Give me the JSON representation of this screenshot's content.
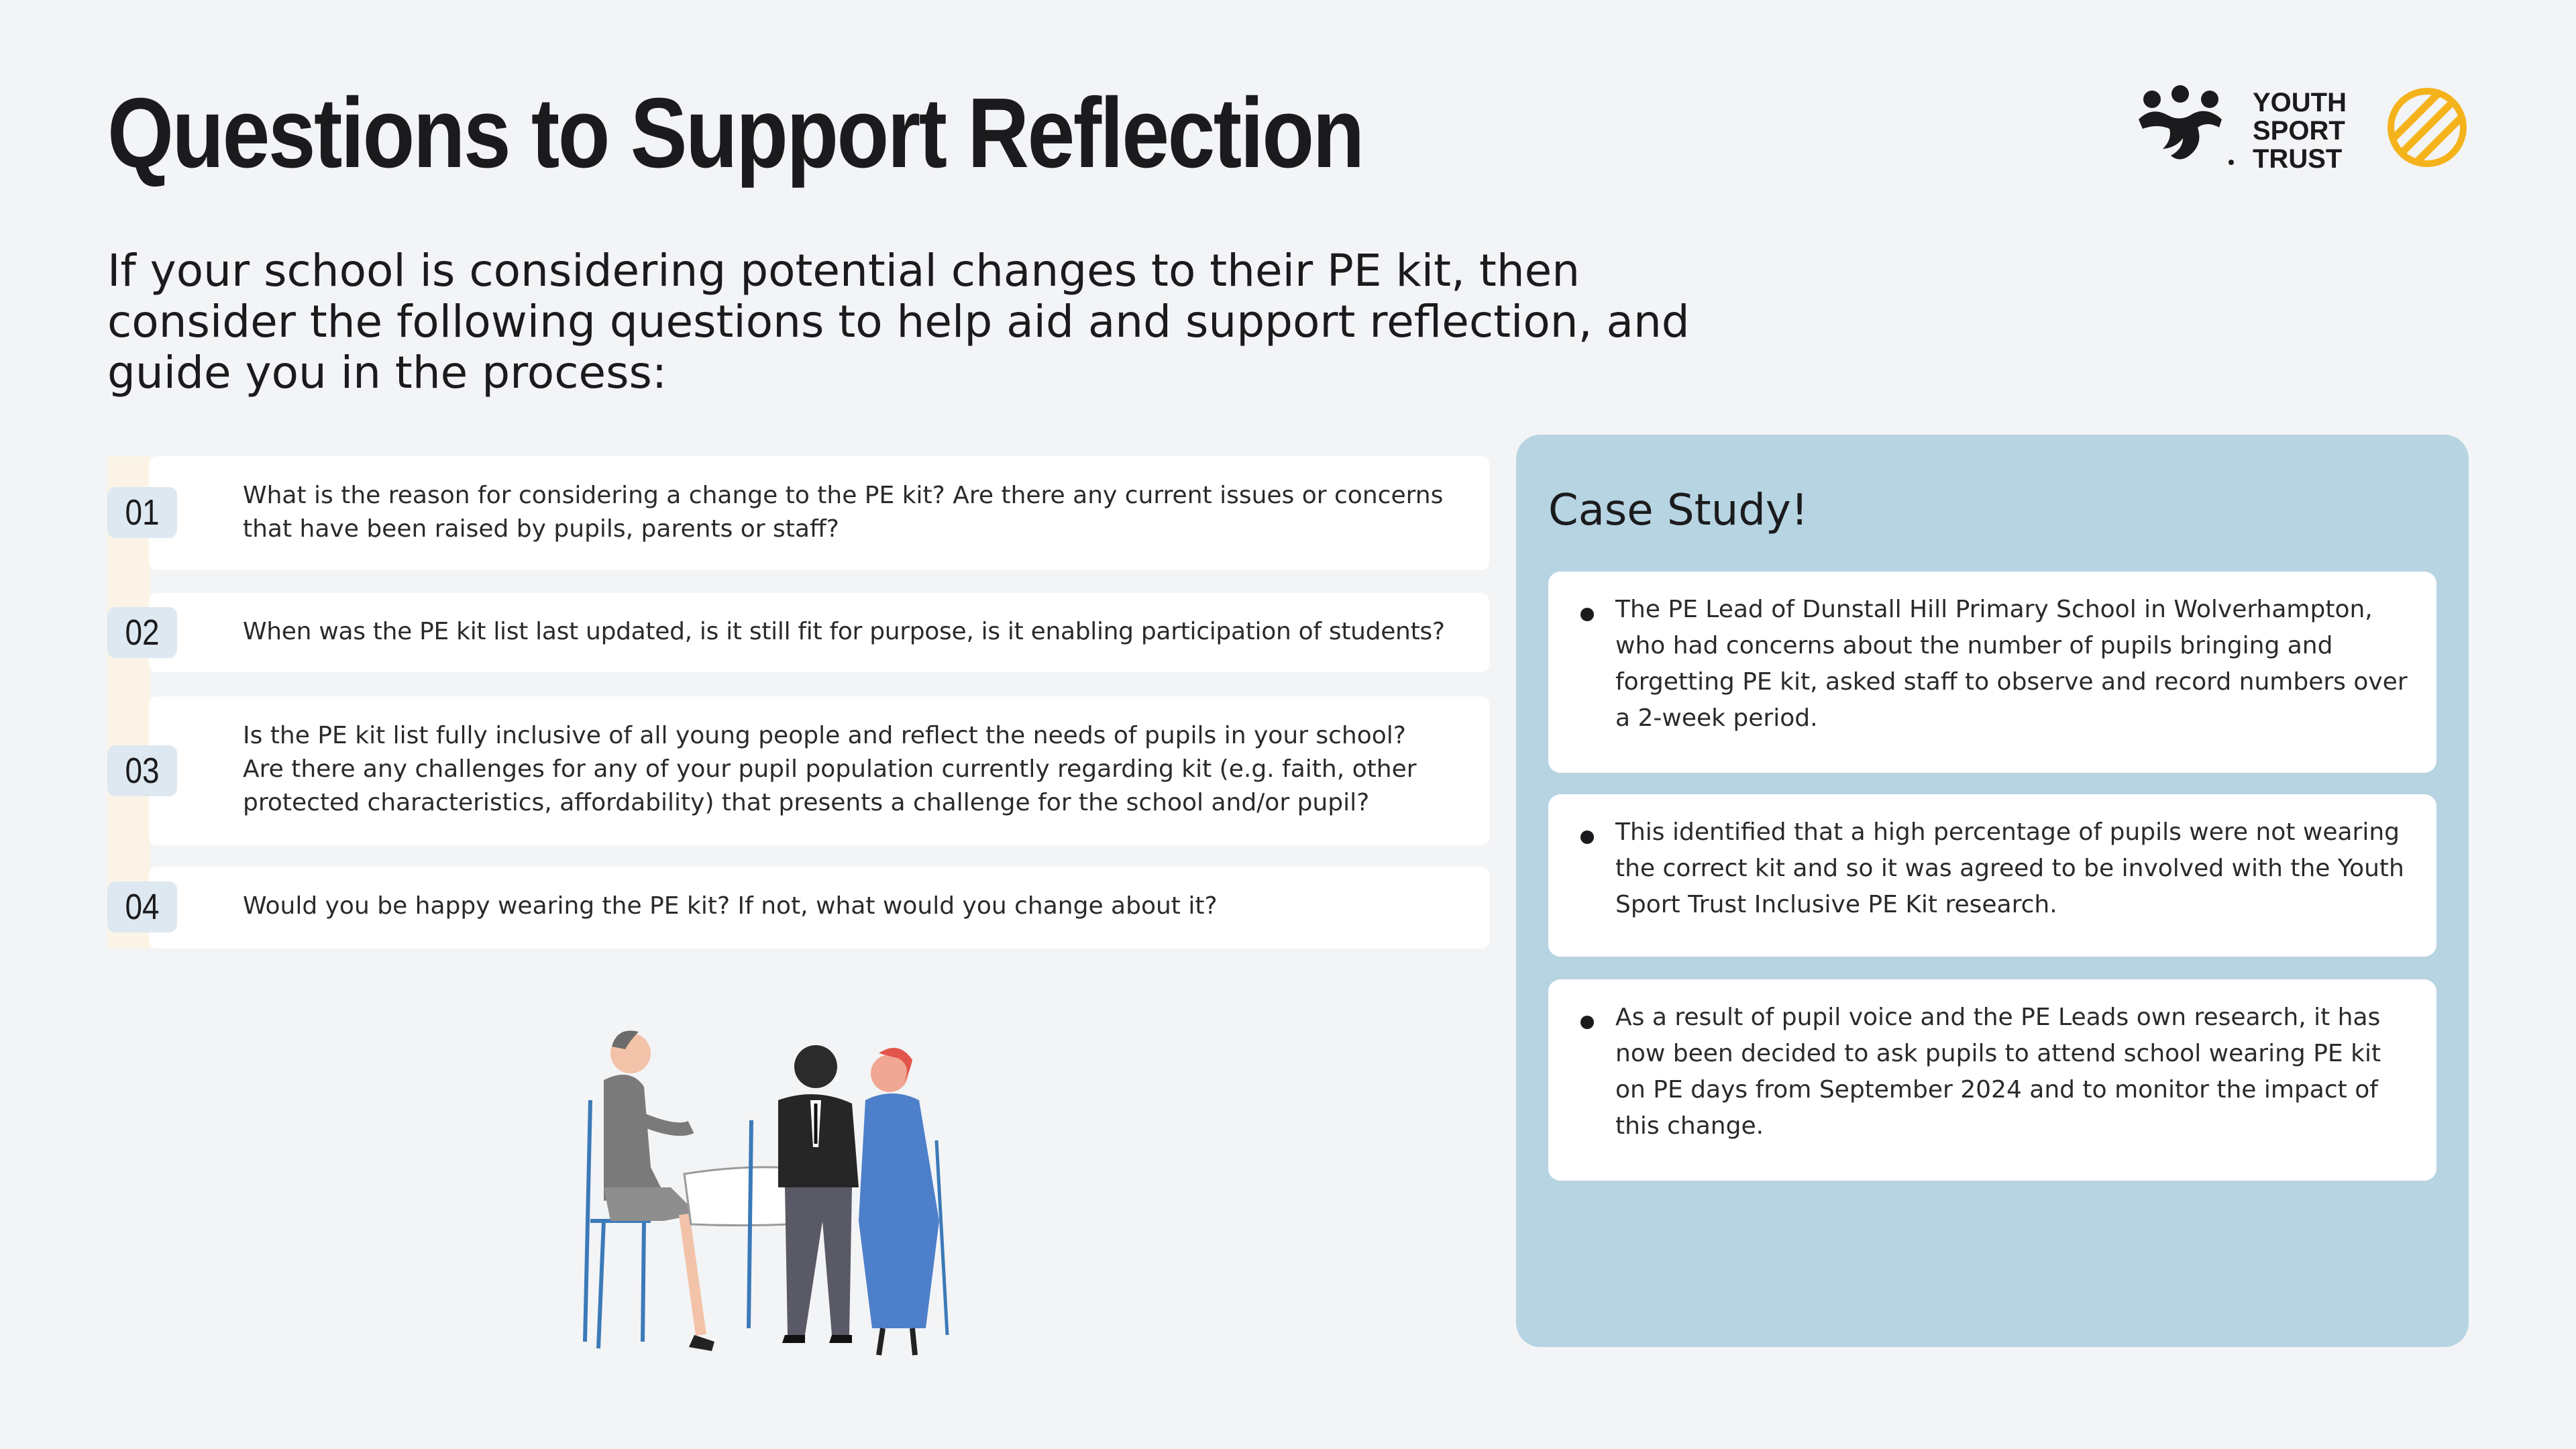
{
  "title": "Questions to Support Reflection",
  "intro": "If your school is considering potential changes to their PE kit, then consider the following questions to help aid and support reflection, and guide you in the process:",
  "logos": {
    "yst_lines": [
      "YOUTH",
      "SPORT",
      "TRUST"
    ],
    "yst_icon": "youth-sport-trust-figures-icon",
    "badge_icon": "striped-circle-icon",
    "badge_color": "#f5b31b"
  },
  "questions": [
    {
      "number": "01",
      "text": "What is the reason for considering a change to the PE kit? Are there any current issues or concerns that have been raised by pupils, parents or staff?"
    },
    {
      "number": "02",
      "text": "When was the PE kit list last updated, is it still fit for purpose, is it enabling participation of students?"
    },
    {
      "number": "03",
      "text": "Is the PE kit list fully inclusive of all young people and reflect the needs of pupils in your school? Are there any challenges for any of your pupil population currently regarding kit (e.g. faith, other protected characteristics, affordability) that presents a challenge for the school and/or pupil?"
    },
    {
      "number": "04",
      "text": "Would you be happy wearing the PE kit? If not, what would you change about it?"
    }
  ],
  "case_study": {
    "title": "Case Study!",
    "items": [
      "The PE Lead of Dunstall Hill Primary School in Wolverhampton, who had concerns about the number of pupils bringing and forgetting PE kit, asked staff to observe and record numbers over a 2-week period.",
      "This identified that a high percentage of pupils were not wearing the correct kit and so it was agreed to be involved with the Youth Sport Trust Inclusive PE Kit research.",
      "As a result of pupil voice and the PE Leads own research, it has now been decided to ask pupils to attend school wearing PE kit on PE days from September 2024 and to monitor the impact of this change."
    ]
  },
  "colors": {
    "background": "#f3f4f6",
    "case_panel": "#b6d4e2",
    "number_badge": "#dde8f0",
    "question_strip": "#fbf4e6"
  },
  "illustration_icon": "three-people-at-table-illustration"
}
